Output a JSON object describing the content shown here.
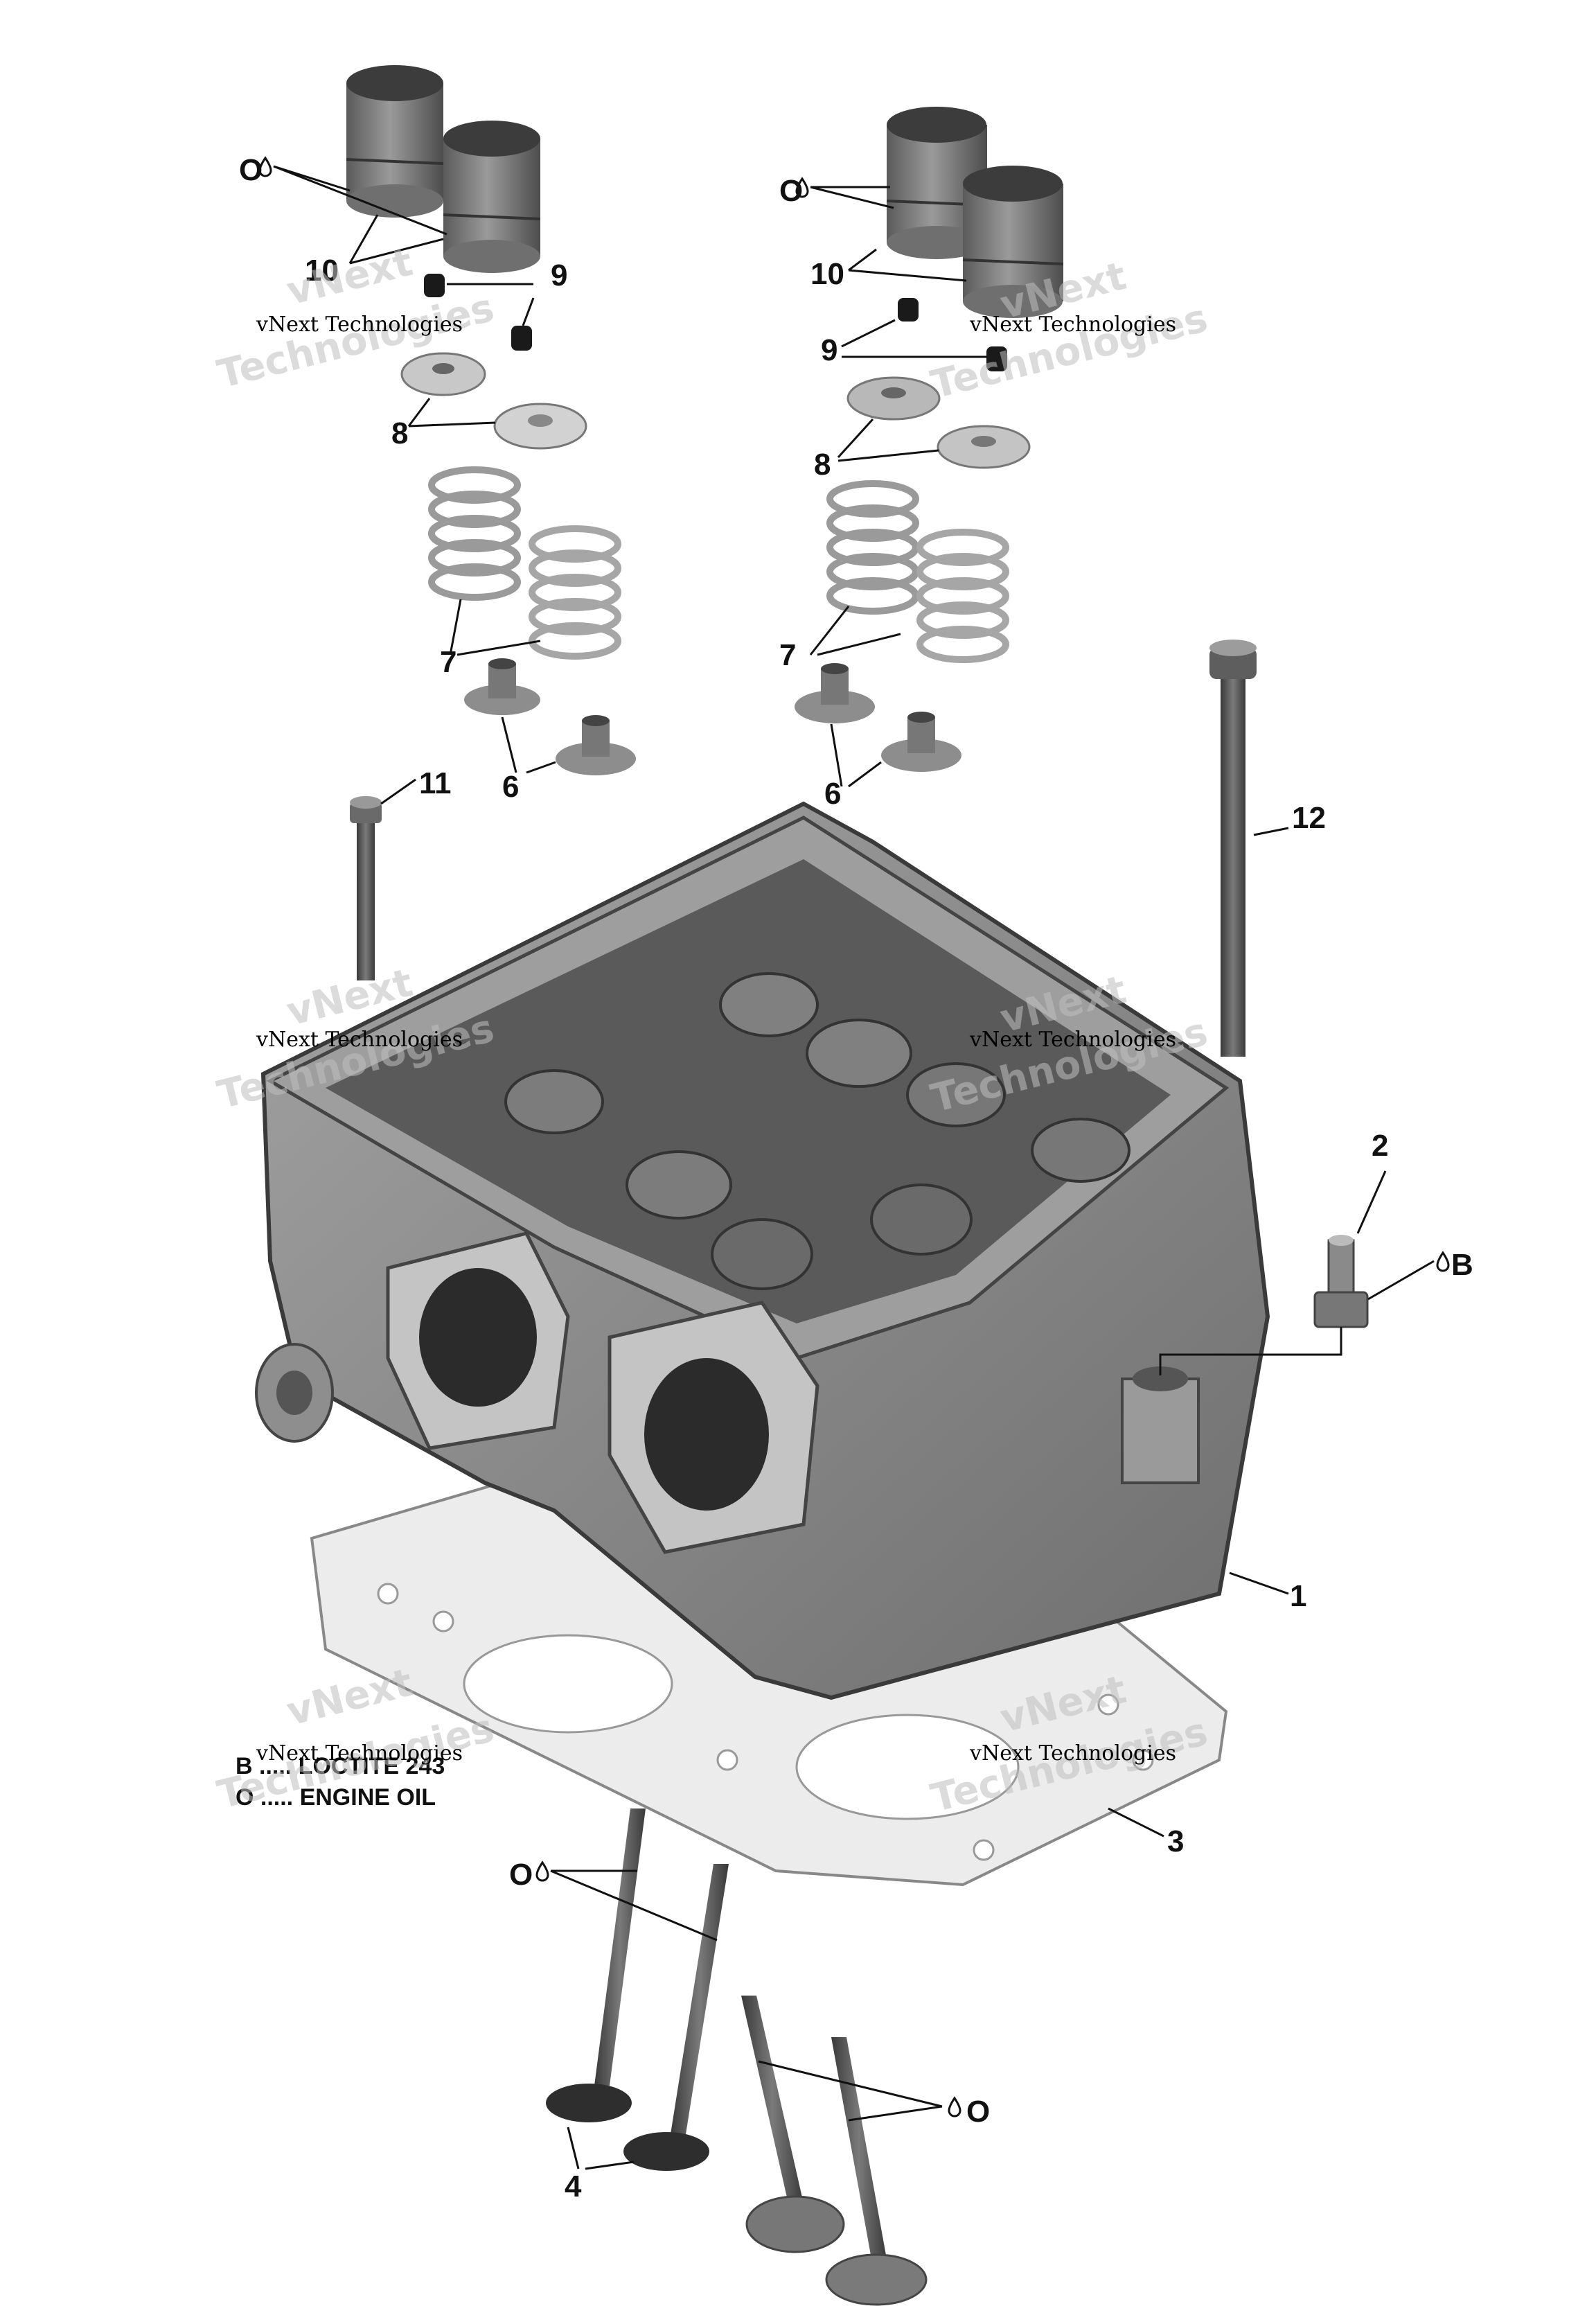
{
  "callouts": {
    "c1": "1",
    "c2": "2",
    "c3": "3",
    "c4": "4",
    "c6a": "6",
    "c6b": "6",
    "c7a": "7",
    "c7b": "7",
    "c8a": "8",
    "c8b": "8",
    "c9a": "9",
    "c9b": "9",
    "c10a": "10",
    "c10b": "10",
    "c11": "11",
    "c12": "12",
    "oilA": "O",
    "oilB": "O",
    "oilC": "O",
    "oilD": "O",
    "lockB": "B"
  },
  "legend": {
    "line1": "B ..... LOCTITE 243",
    "line2": "O ..... ENGINE OIL"
  },
  "watermark": {
    "small": "vNext Technologies",
    "large_1": "vNext",
    "large_2": "Technologies"
  },
  "colors": {
    "part_gray": "#8a8a8a",
    "dark_gray": "#4a4a4a",
    "light_gray": "#d6d6d6",
    "gasket": "#e8e8e8"
  },
  "icons": [
    "oil-drop-icon",
    "loctite-drop-icon"
  ]
}
